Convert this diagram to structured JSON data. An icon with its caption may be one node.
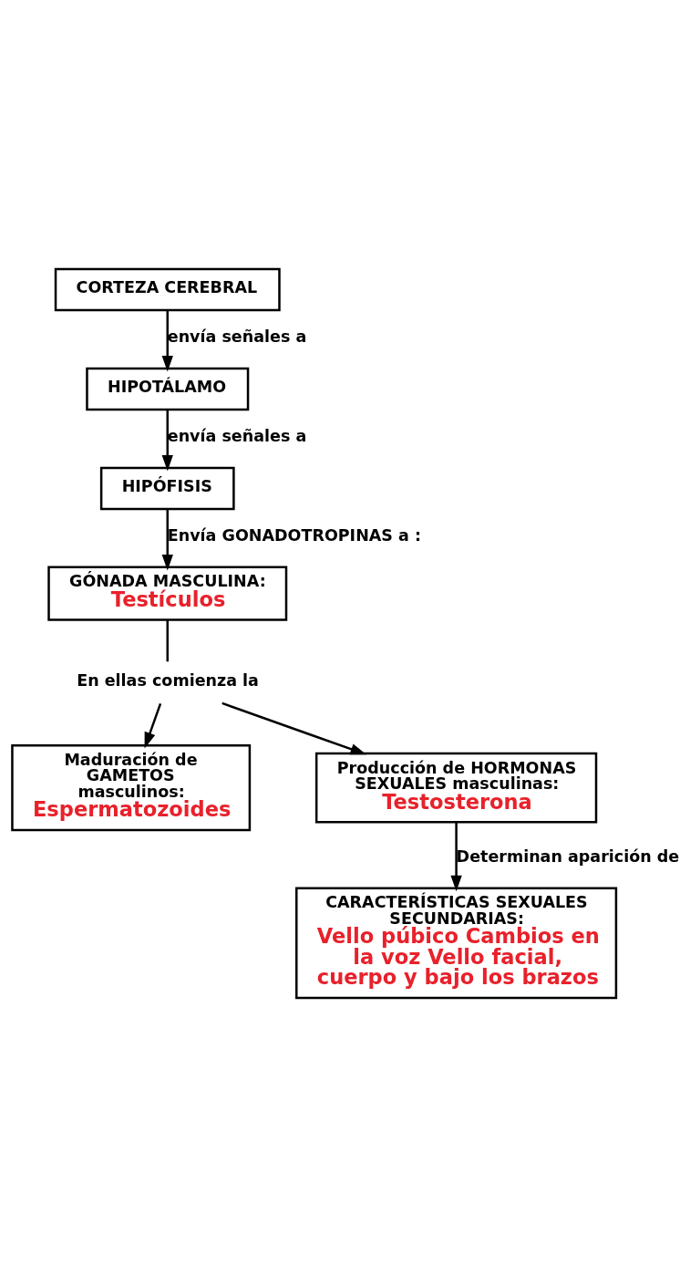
{
  "diagram": {
    "nodes": [
      {
        "text": [
          "CORTEZA CEREBRAL"
        ]
      },
      {
        "text": [
          "HIPOTÁLAMO"
        ]
      },
      {
        "text": [
          "HIPÓFISIS"
        ]
      },
      {
        "text": [
          "GÓNADA MASCULINA:",
          "Testículos"
        ]
      },
      {
        "text": [
          "En ellas comienza la"
        ]
      },
      {
        "text": [
          "Maduración de GAMETOS masculinos:",
          "Espermatozoides"
        ]
      },
      {
        "text": [
          "Producción de HORMONAS SEXUALES masculinas:",
          "Testosterona"
        ]
      },
      {
        "text": [
          "CARACTERÍSTICAS SEXUALES SECUNDARIAS:",
          "Vello púbico Cambios en la voz Vello facial, cuerpo y bajo los brazos"
        ]
      }
    ],
    "edges": [
      {
        "from": 0,
        "to": 1,
        "arrow": "to",
        "label": "envía señales a"
      },
      {
        "from": 1,
        "to": 2,
        "arrow": "to",
        "label": "envía señales a"
      },
      {
        "from": 2,
        "to": 3,
        "arrow": "to",
        "label": "Envía GONADOTROPINAS a :"
      },
      {
        "from": 3,
        "to": 4,
        "arrow": "none"
      },
      {
        "from": 4,
        "to": 5,
        "arrow": "to"
      },
      {
        "from": 4,
        "to": 6,
        "arrow": "to"
      },
      {
        "from": 6,
        "to": 7,
        "arrow": "to",
        "label": "Determinan aparición de"
      }
    ]
  }
}
